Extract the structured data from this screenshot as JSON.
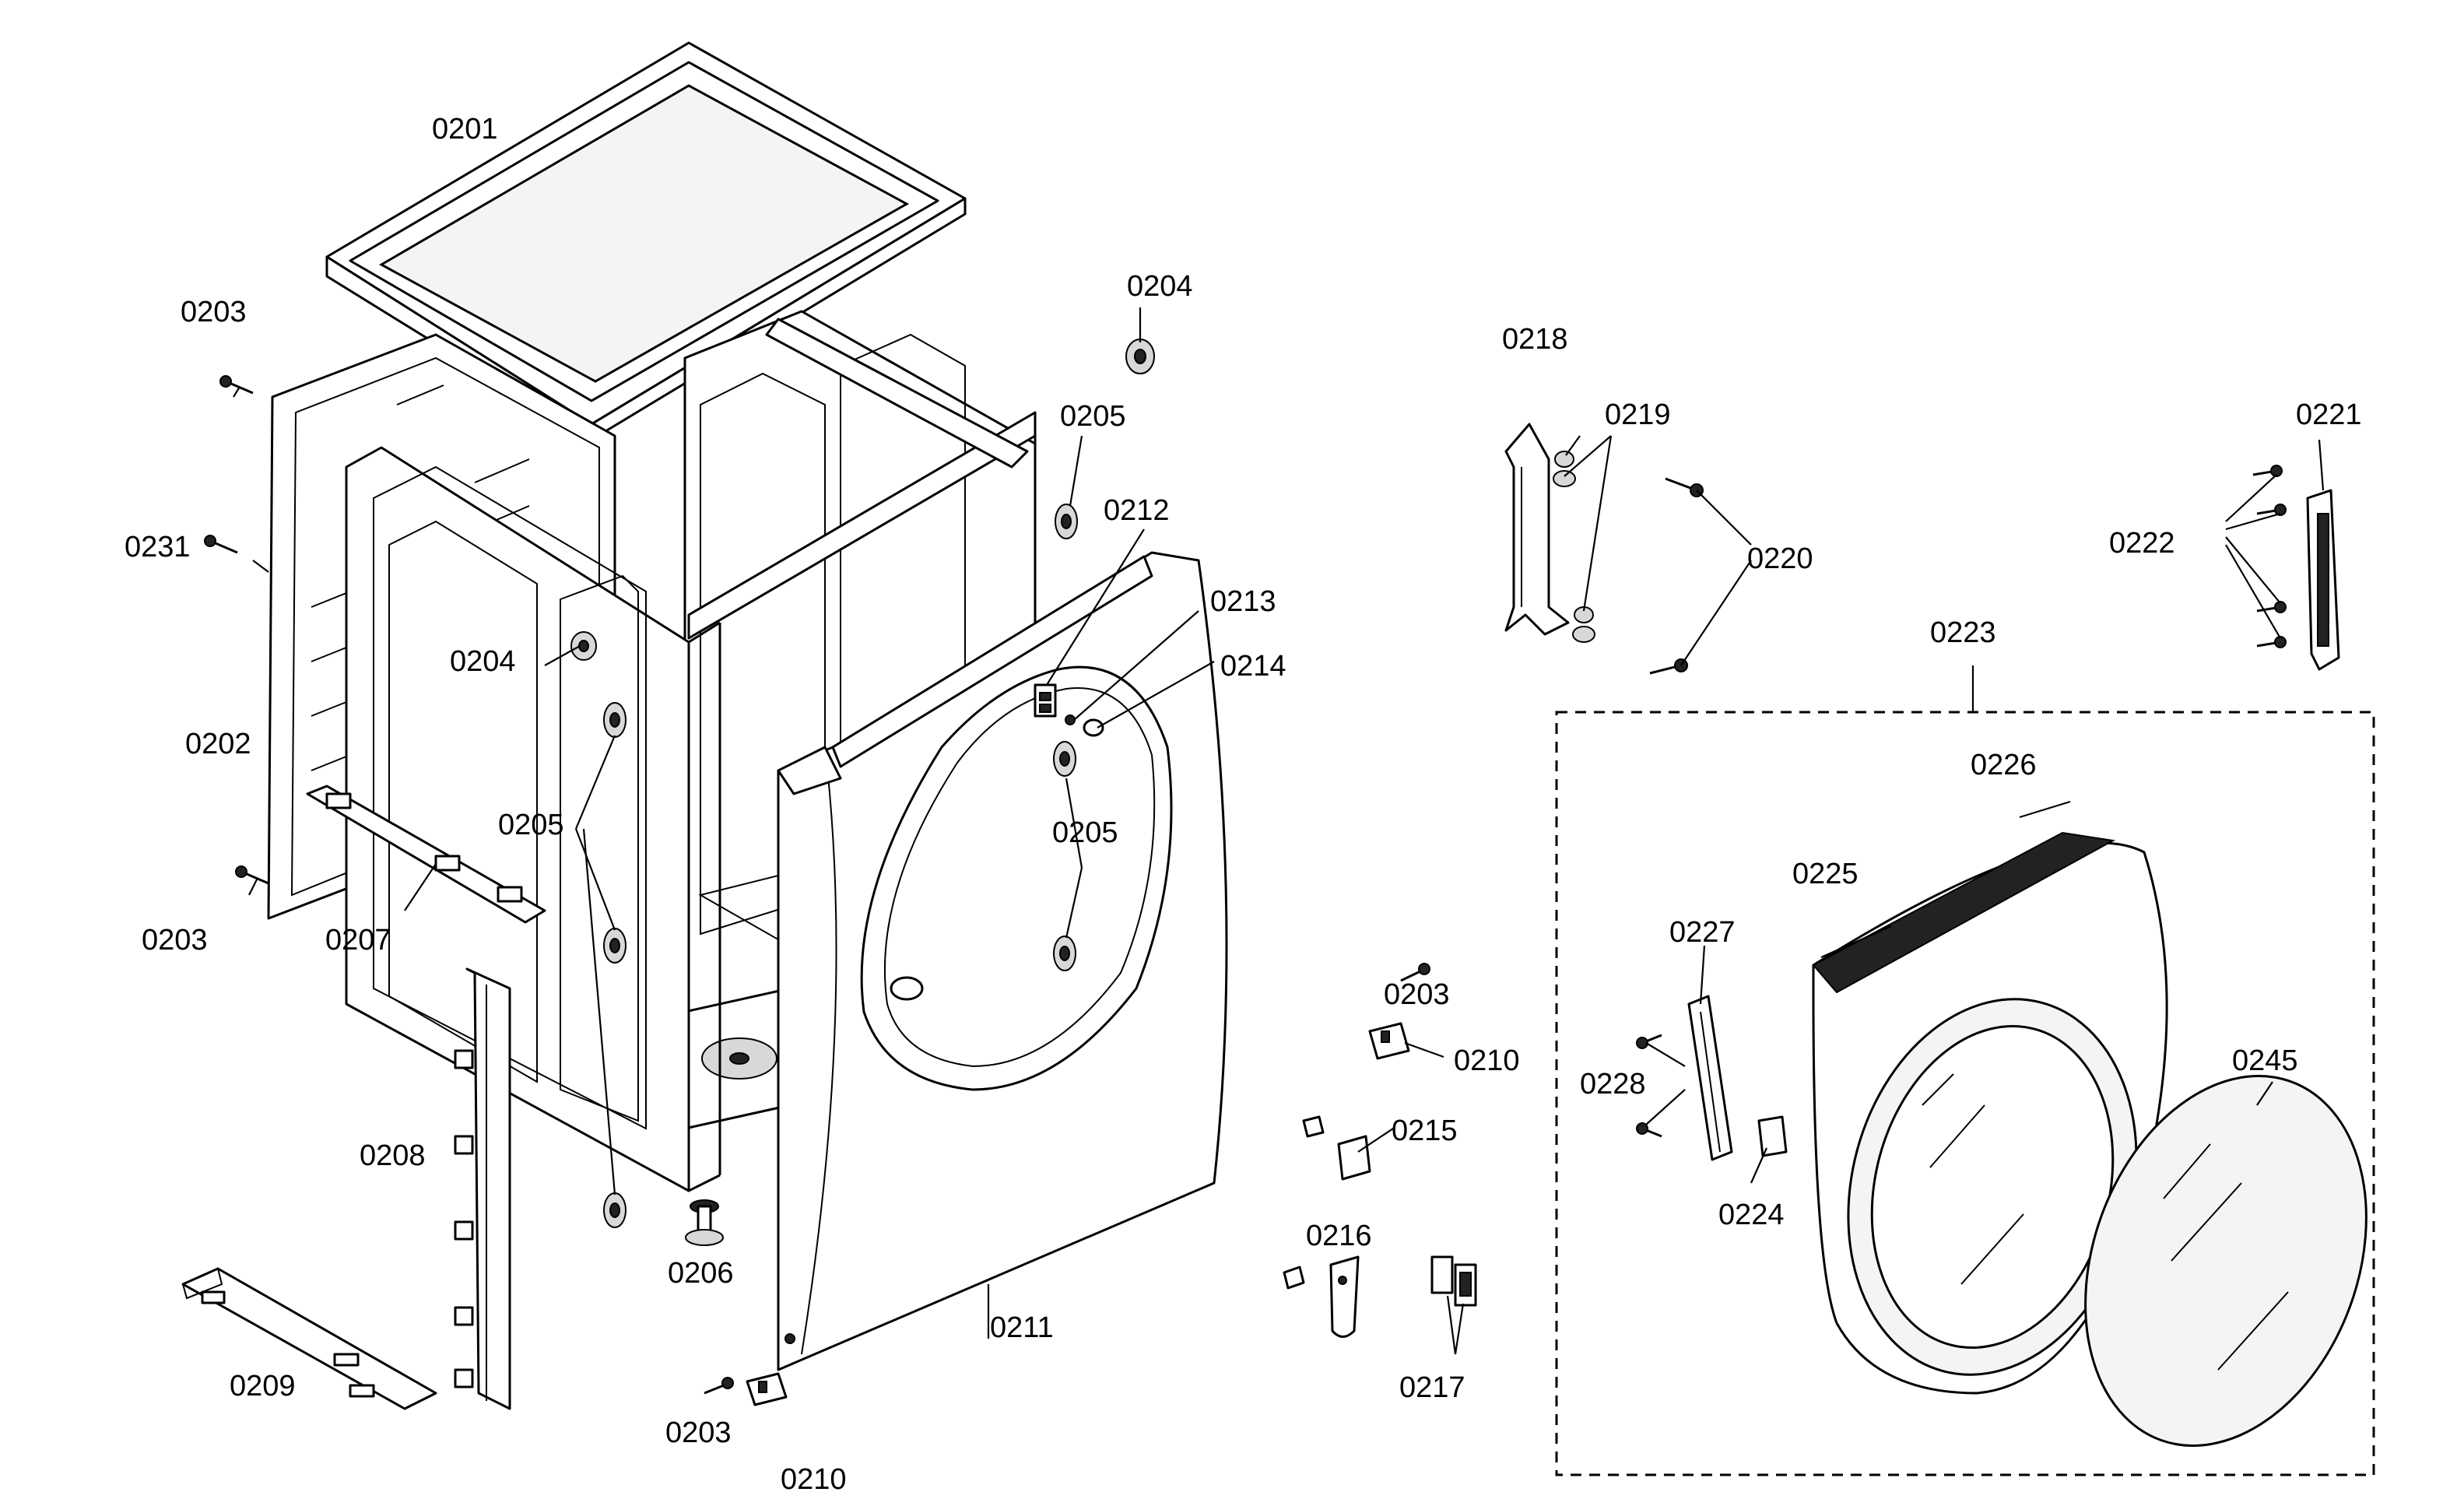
{
  "labels": {
    "p0201": "0201",
    "p0202": "0202",
    "p0203a": "0203",
    "p0203b": "0203",
    "p0203c": "0203",
    "p0203d": "0203",
    "p0204a": "0204",
    "p0204b": "0204",
    "p0205a": "0205",
    "p0205b": "0205",
    "p0205c": "0205",
    "p0206": "0206",
    "p0207": "0207",
    "p0208": "0208",
    "p0209": "0209",
    "p0210a": "0210",
    "p0210b": "0210",
    "p0211": "0211",
    "p0212": "0212",
    "p0213": "0213",
    "p0214": "0214",
    "p0215": "0215",
    "p0216": "0216",
    "p0217": "0217",
    "p0218": "0218",
    "p0219": "0219",
    "p0220": "0220",
    "p0221": "0221",
    "p0222": "0222",
    "p0223": "0223",
    "p0224": "0224",
    "p0225": "0225",
    "p0226": "0226",
    "p0227": "0227",
    "p0228": "0228",
    "p0231": "0231",
    "p0245": "0245"
  }
}
